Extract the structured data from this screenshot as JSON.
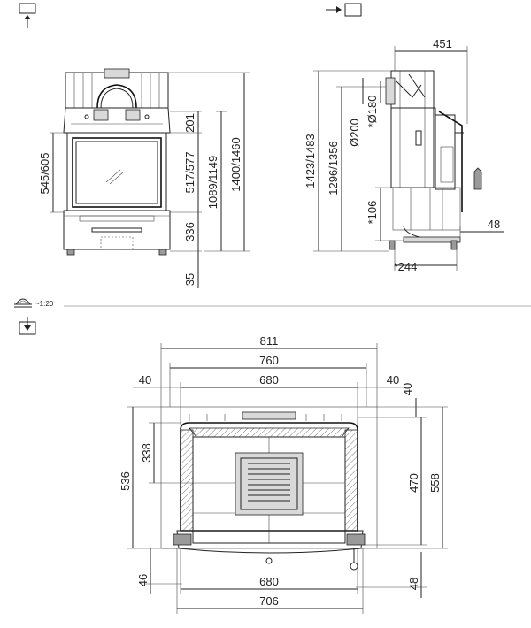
{
  "views": {
    "front_icon": "view-from-front-icon",
    "side_icon": "view-from-side-icon",
    "top_icon": "view-from-top-icon"
  },
  "scale": {
    "label": "~1:20",
    "icon": "scale-icon"
  },
  "front_view": {
    "dim_left": "545/605",
    "dim_201": "201",
    "dim_517": "517/577",
    "dim_336": "336",
    "dim_1089": "1089/1149",
    "dim_1400": "1400/1460",
    "dim_35": "35"
  },
  "side_view": {
    "dim_451": "451",
    "dim_1423": "1423/1483",
    "dim_1296": "1296/1356",
    "dim_d200": "Ø200",
    "dim_d180": "*Ø180",
    "dim_106": "*106",
    "dim_48": "48",
    "dim_244": "*244"
  },
  "top_view": {
    "dim_811": "811",
    "dim_760": "760",
    "dim_680_top": "680",
    "dim_40_left": "40",
    "dim_40_right": "40",
    "dim_40_vert": "40",
    "dim_338": "338",
    "dim_536": "536",
    "dim_470": "470",
    "dim_558": "558",
    "dim_46": "46",
    "dim_48": "48",
    "dim_680_bottom": "680",
    "dim_706": "706"
  }
}
